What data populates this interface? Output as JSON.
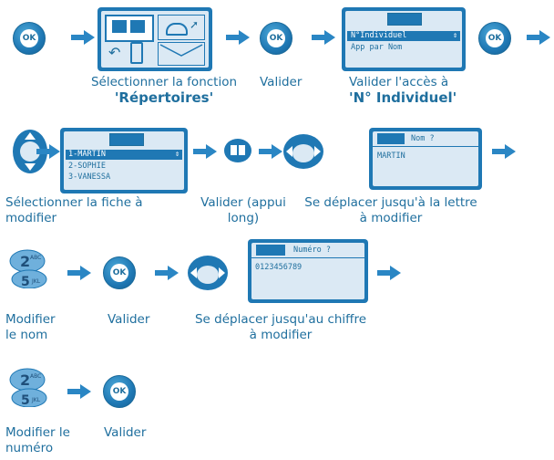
{
  "ok_label": "OK",
  "row1": {
    "step1_caption_line1": "Sélectionner la fonction",
    "step1_caption_line2": "'Répertoires'",
    "step2_caption": "Valider",
    "step3_caption_line1": "Valider l'accès à",
    "step3_caption_line2": "'N° Individuel'",
    "menu_items": [
      "N°Individuel",
      "App par Nom"
    ]
  },
  "row2": {
    "contacts": [
      "1-MARTIN",
      "2-SOPHIE",
      "3-VANESSA"
    ],
    "step1_caption_line1": "Sélectionner la fiche à",
    "step1_caption_line2": "modifier",
    "step2_caption_line1": "Valider (appui",
    "step2_caption_line2": "long)",
    "step3_caption_line1": "Se déplacer jusqu'à la lettre",
    "step3_caption_line2": "à modifier",
    "name_prompt": "Nom ?",
    "name_value": "MARTIN"
  },
  "row3": {
    "key_top": "2",
    "key_top_letters": "ABC",
    "key_bottom": "5",
    "key_bottom_letters": "JKL",
    "step1_caption_line1": "Modifier",
    "step1_caption_line2": "le nom",
    "step2_caption": "Valider",
    "step3_caption_line1": "Se déplacer jusqu'au chiffre",
    "step3_caption_line2": "à modifier",
    "number_prompt": "Numéro ?",
    "number_value": "0123456789"
  },
  "row4": {
    "step1_caption_line1": "Modifier le",
    "step1_caption_line2": "numéro",
    "step2_caption": "Valider"
  },
  "colors": {
    "primary": "#1f78b4",
    "text": "#1f6f9e",
    "screen": "#dbe9f4"
  }
}
